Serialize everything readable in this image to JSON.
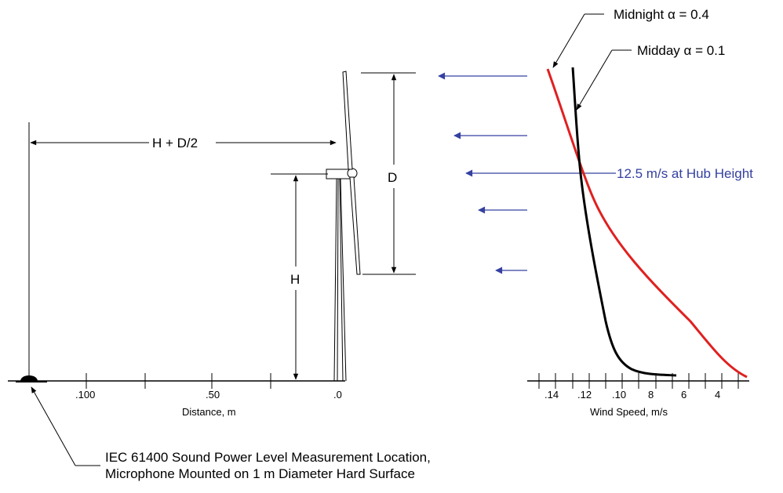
{
  "labels": {
    "midnight": "Midnight α = 0.4",
    "midday": "Midday α = 0.1",
    "hub_speed": "12.5 m/s at Hub Height",
    "h_plus_d2": "H + D/2",
    "d": "D",
    "h": "H",
    "distance_axis": "Distance, m",
    "wind_axis": "Wind Speed, m/s",
    "iec_line1": "IEC 61400 Sound Power Level Measurement Location,",
    "iec_line2": "Microphone Mounted on 1 m Diameter Hard Surface"
  },
  "distance_ticks": [
    ".100",
    ".50",
    ".0"
  ],
  "wind_ticks": [
    ".14",
    ".12",
    ".10",
    "8",
    "6",
    "4"
  ],
  "colors": {
    "midnight_curve": "#e02020",
    "midday_curve": "#000000",
    "wind_arrows": "#3540a0",
    "hub_label": "#3540a0"
  }
}
